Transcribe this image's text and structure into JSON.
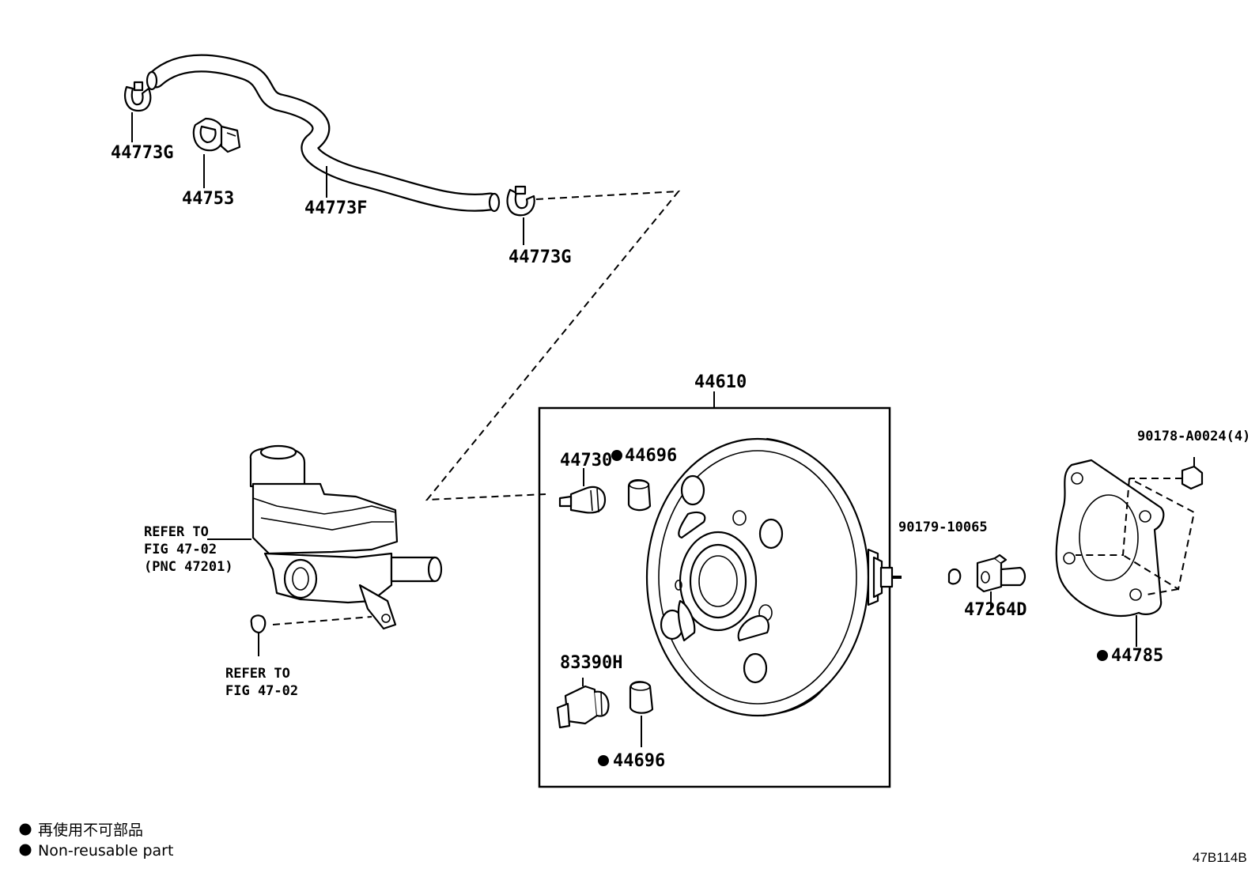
{
  "labels": {
    "clamp_left": "44773G",
    "clamp_holder": "44753",
    "hose": "44773F",
    "clamp_right": "44773G",
    "booster_assy": "44610",
    "check_valve": "44730",
    "grommet_top": "44696",
    "vacuum_sensor": "83390H",
    "grommet_bottom": "44696",
    "nut_90179": "90179-10065",
    "rod_clevis": "47264D",
    "nut_90178": "90178-A0024(4)",
    "gasket": "44785"
  },
  "references": {
    "master_cylinder": [
      "REFER TO",
      "FIG 47-02",
      "(PNC 47201)"
    ],
    "master_cylinder_seal": [
      "REFER TO",
      "FIG 47-02"
    ]
  },
  "legend": {
    "japanese": "再使用不可部品",
    "english": "Non-reusable part"
  },
  "diagram_code": "47B114B"
}
